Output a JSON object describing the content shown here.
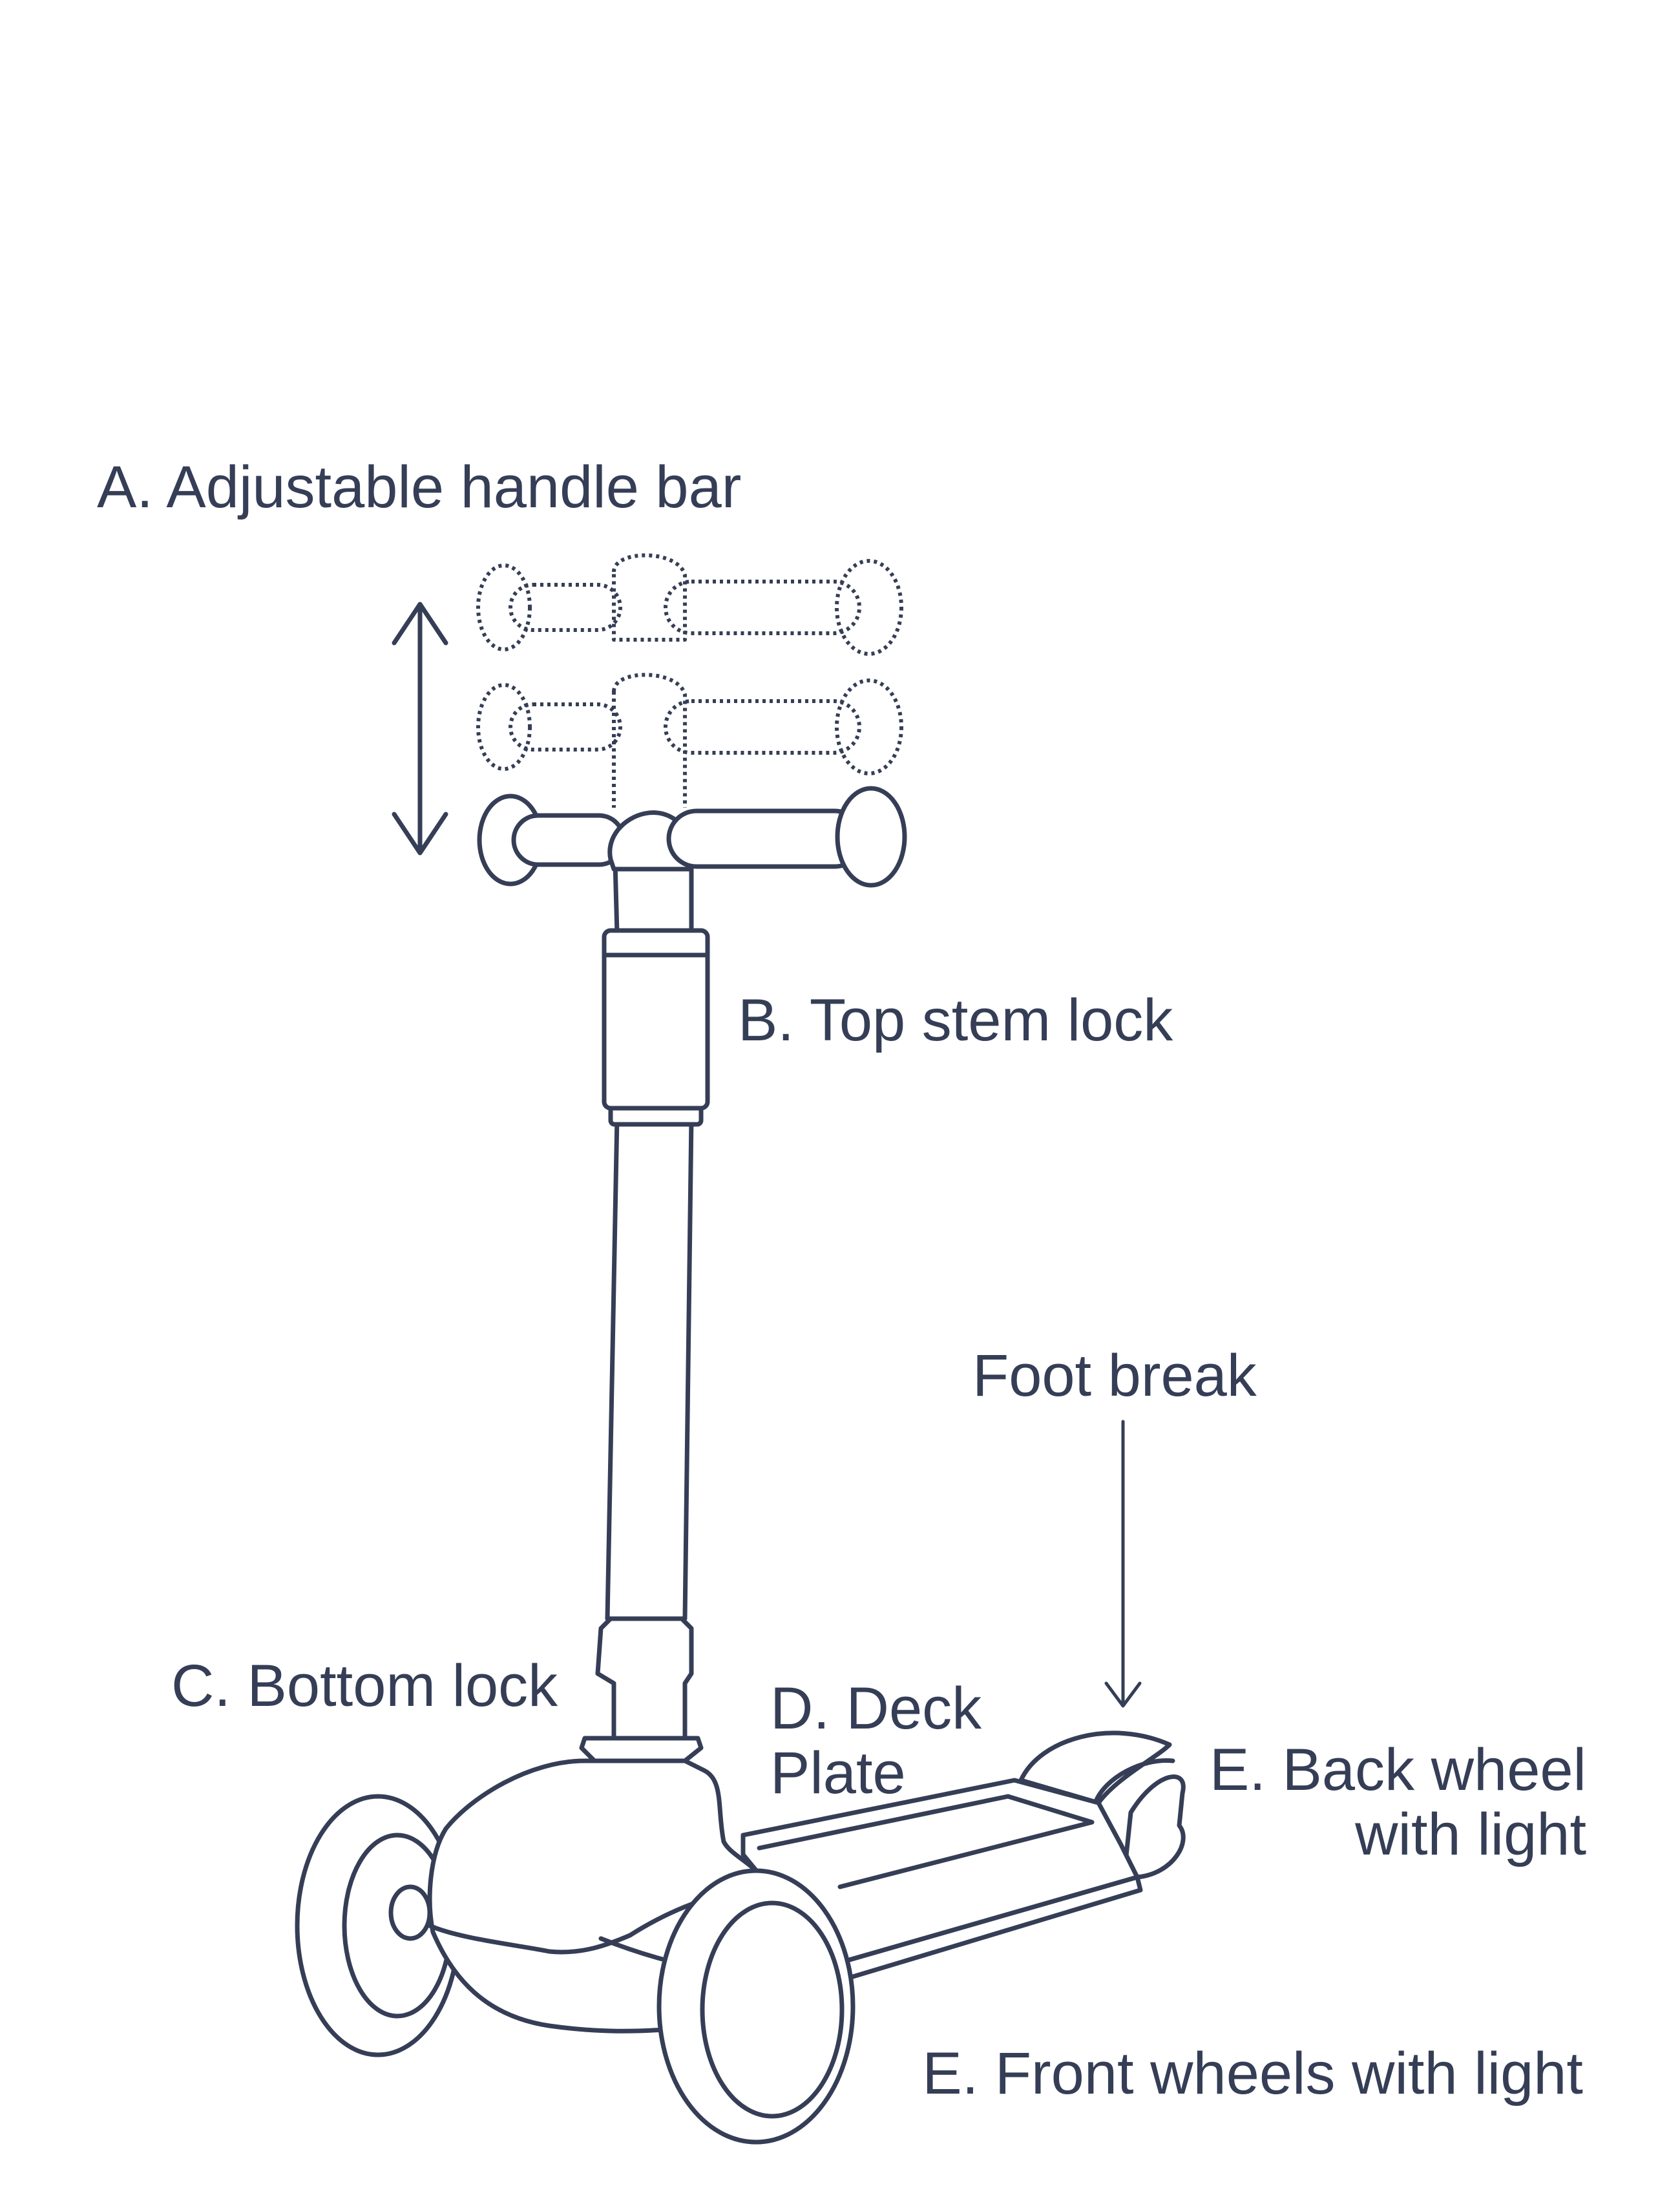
{
  "labels": {
    "handle_bar": "A. Adjustable handle bar",
    "top_stem_lock": "B. Top stem lock",
    "foot_break": "Foot break",
    "bottom_lock": "C. Bottom lock",
    "deck_plate_line1": "D. Deck",
    "deck_plate_line2": "Plate",
    "back_wheel_line1": "E. Back wheel",
    "back_wheel_line2": "with light",
    "front_wheels": "E. Front wheels with light"
  },
  "colors": {
    "line": "#353e56",
    "background": "#ffffff"
  }
}
